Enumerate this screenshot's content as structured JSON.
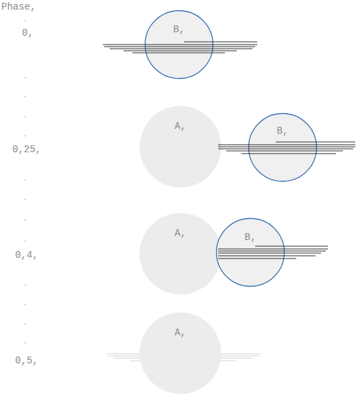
{
  "diagram": {
    "nodes": [
      {
        "text": [
          "B,"
        ]
      },
      {
        "text": [
          "A,"
        ]
      },
      {
        "text": [
          "B,"
        ]
      },
      {
        "text": [
          "A,"
        ]
      },
      {
        "text": [
          "B,"
        ]
      },
      {
        "text": [
          "A,"
        ]
      }
    ],
    "labels": [
      "Phase,",
      "0,",
      "0,25,",
      "0,4,",
      "0,5,"
    ]
  }
}
